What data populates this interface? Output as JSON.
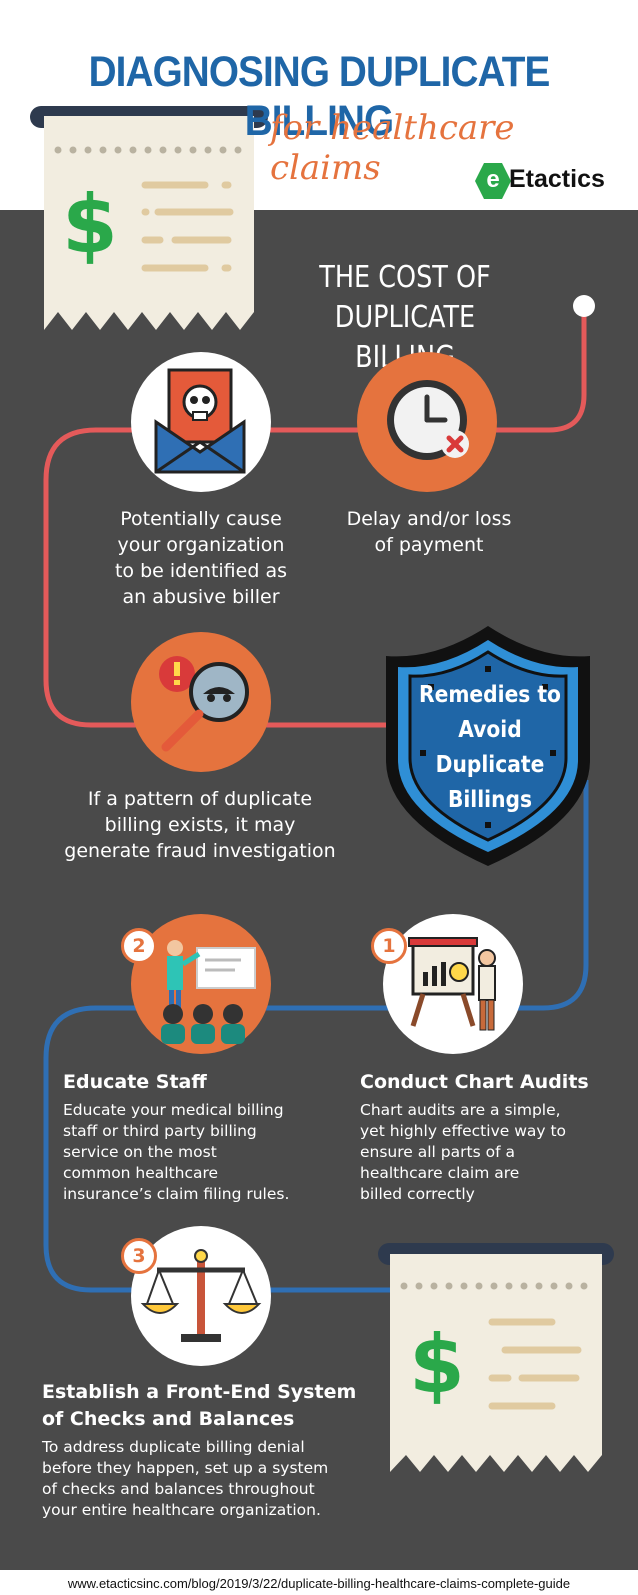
{
  "header": {
    "title": "DIAGNOSING DUPLICATE BILLING",
    "subtitle": "for healthcare claims",
    "brand": "Etactics",
    "brand_mark": "e"
  },
  "cost_section": {
    "heading_line1": "THE COST OF",
    "heading_line2": "DUPLICATE BILLING",
    "items": [
      {
        "icon": "skull-envelope-icon",
        "text_lines": [
          "Potentially cause",
          "your organization",
          "to be identified as",
          "an abusive biller"
        ]
      },
      {
        "icon": "clock-x-icon",
        "text_lines": [
          "Delay and/or loss",
          "of payment"
        ]
      },
      {
        "icon": "magnifier-spy-icon",
        "text_lines": [
          "If a pattern of duplicate",
          "billing exists, it may",
          "generate fraud investigation"
        ]
      }
    ]
  },
  "shield": {
    "lines": [
      "Remedies to",
      "Avoid",
      "Duplicate",
      "Billings"
    ]
  },
  "remedies": [
    {
      "number": "1",
      "title": "Conduct Chart Audits",
      "icon": "presentation-chart-icon",
      "body_lines": [
        "Chart audits are a simple,",
        "yet highly effective way to",
        "ensure all parts of a",
        "healthcare claim are",
        "billed correctly"
      ]
    },
    {
      "number": "2",
      "title": "Educate Staff",
      "icon": "teacher-icon",
      "body_lines": [
        "Educate your medical billing",
        "staff or third party billing",
        "service on the most",
        "common healthcare",
        "insurance’s claim filing rules."
      ]
    },
    {
      "number": "3",
      "title_lines": [
        "Establish a Front-End System",
        "of Checks and Balances"
      ],
      "icon": "scales-icon",
      "body_lines": [
        "To address duplicate billing denial",
        "before they happen, set up a system",
        "of checks and balances throughout",
        "your entire healthcare organization."
      ]
    }
  ],
  "footer": {
    "url": "www.etacticsinc.com/blog/2019/3/22/duplicate-billing-healthcare-claims-complete-guide"
  },
  "colors": {
    "title_blue": "#1f66a7",
    "accent_orange": "#e5733e",
    "background_dark": "#4a4a4a",
    "connector_red": "#e45a5a",
    "connector_blue": "#2f6fb4",
    "dollar_green": "#2aa84a",
    "receipt_paper": "#f2ede0"
  }
}
